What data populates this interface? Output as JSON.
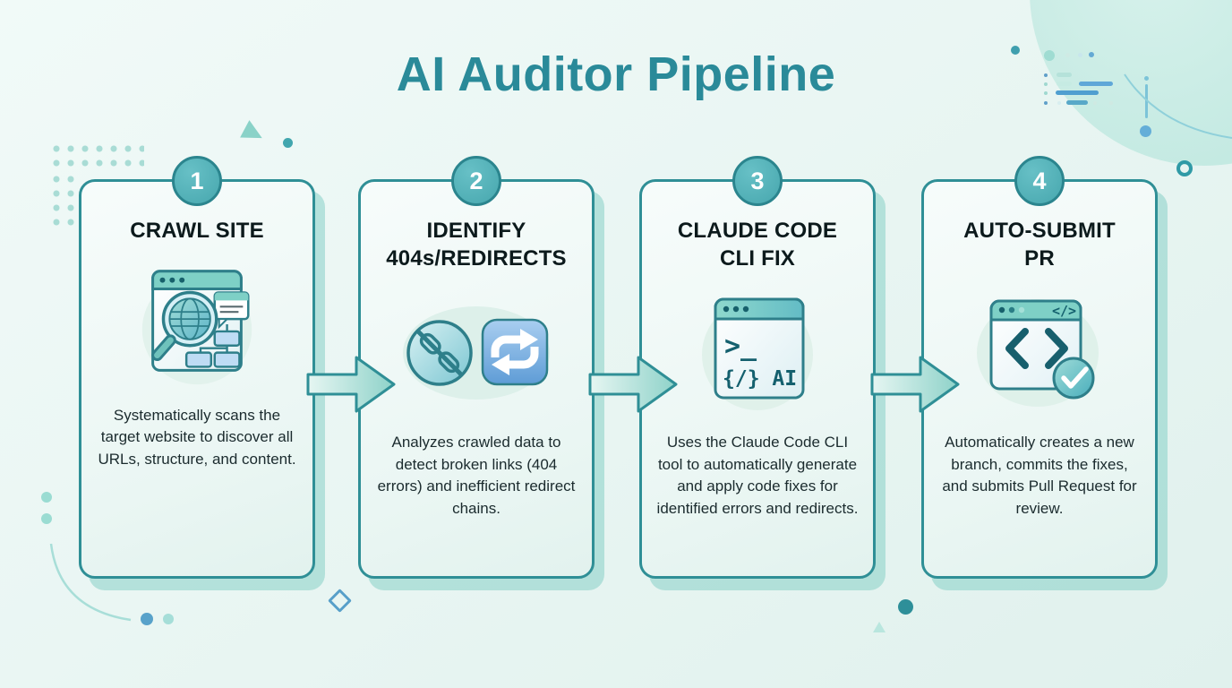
{
  "page": {
    "title": "AI Auditor Pipeline"
  },
  "colors": {
    "title_teal": "#2a8a99",
    "card_border_teal": "#2f8f96",
    "badge_fill_teal": "#4fafb6",
    "card_shadow_teal": "#9bd8d0",
    "arrow_fill_teal": "#9cd8cf",
    "decor_blue": "#5d9fd6",
    "heading_dark": "#0c1a1c"
  },
  "steps": [
    {
      "number": "1",
      "title": "CRAWL SITE",
      "description": "Systematically scans the target website to discover all URLs, structure, and content.",
      "icon": "site-crawler-browser-globe-magnifier"
    },
    {
      "number": "2",
      "title": "IDENTIFY 404s/REDIRECTS",
      "description": "Analyzes crawled data to detect broken links (404 errors) and inefficient redirect chains.",
      "icon": "broken-link-and-redirect-loop"
    },
    {
      "number": "3",
      "title": "CLAUDE CODE CLI FIX",
      "description": "Uses the Claude Code CLI tool to automatically generate and apply code fixes for identified errors and redirects.",
      "icon": "terminal-window-ai",
      "terminal_line1": ">_",
      "terminal_line2": "{/} AI"
    },
    {
      "number": "4",
      "title": "AUTO-SUBMIT PR",
      "description": "Automatically creates a new branch, commits the fixes, and submits Pull Request for review.",
      "icon": "code-window-check",
      "window_header_code": "</>"
    }
  ]
}
